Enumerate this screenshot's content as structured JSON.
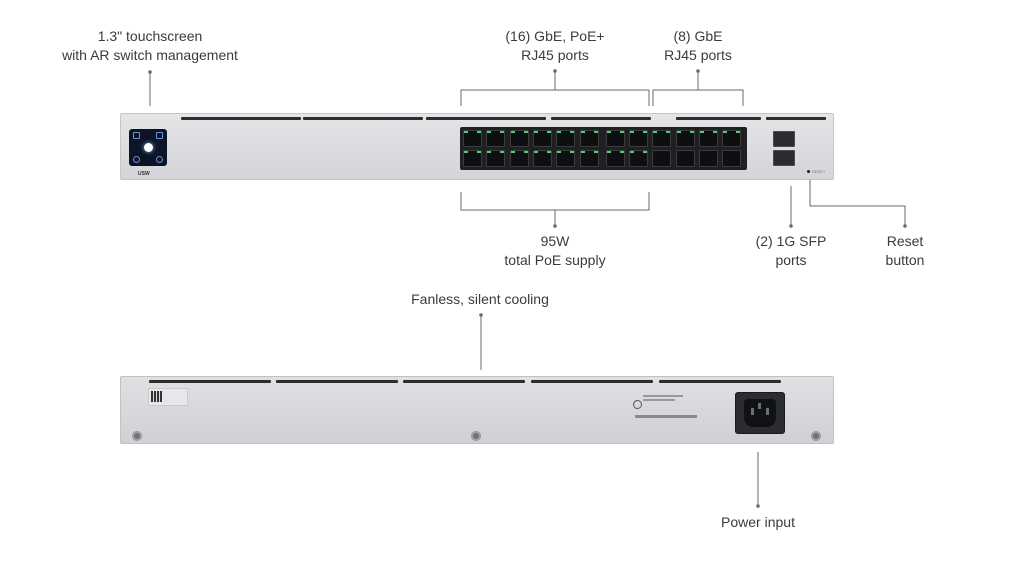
{
  "labels": {
    "touchscreen": [
      "1.3\" touchscreen",
      "with AR switch management"
    ],
    "poe_ports": [
      "(16) GbE, PoE+",
      "RJ45 ports"
    ],
    "gbe_ports": [
      "(8) GbE",
      "RJ45 ports"
    ],
    "poe_supply": [
      "95W",
      "total PoE supply"
    ],
    "sfp_ports": [
      "(2) 1G SFP",
      "ports"
    ],
    "reset": [
      "Reset",
      "button"
    ],
    "cooling": "Fanless, silent cooling",
    "power": "Power input"
  },
  "device": {
    "front_logo": "USW",
    "reset_text": "RESET"
  },
  "colors": {
    "port_led": "#4bd36b",
    "chassis": "#d8dadd",
    "leader_line": "#666666"
  }
}
